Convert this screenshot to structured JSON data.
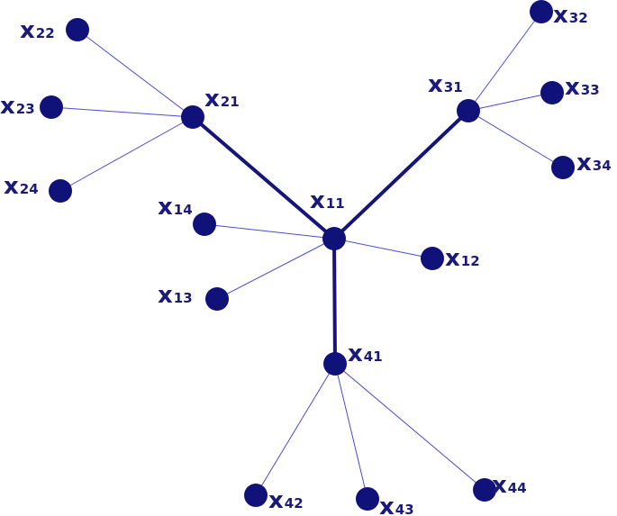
{
  "diagram": {
    "colors": {
      "node": "#11117a",
      "edge_thick": "#14147a",
      "edge_thin": "#4b4bd6",
      "label": "#1a1a7a",
      "background": "#ffffff"
    },
    "nodes": [
      {
        "id": "x11",
        "base": "x",
        "sub": "11"
      },
      {
        "id": "x12",
        "base": "x",
        "sub": "12"
      },
      {
        "id": "x13",
        "base": "x",
        "sub": "13"
      },
      {
        "id": "x14",
        "base": "x",
        "sub": "14"
      },
      {
        "id": "x21",
        "base": "x",
        "sub": "21"
      },
      {
        "id": "x22",
        "base": "x",
        "sub": "22"
      },
      {
        "id": "x23",
        "base": "x",
        "sub": "23"
      },
      {
        "id": "x24",
        "base": "x",
        "sub": "24"
      },
      {
        "id": "x31",
        "base": "x",
        "sub": "31"
      },
      {
        "id": "x32",
        "base": "x",
        "sub": "32"
      },
      {
        "id": "x33",
        "base": "x",
        "sub": "33"
      },
      {
        "id": "x34",
        "base": "x",
        "sub": "34"
      },
      {
        "id": "x41",
        "base": "x",
        "sub": "41"
      },
      {
        "id": "x42",
        "base": "x",
        "sub": "42"
      },
      {
        "id": "x43",
        "base": "x",
        "sub": "43"
      },
      {
        "id": "x44",
        "base": "x",
        "sub": "44"
      }
    ],
    "edges": [
      {
        "from": "x11",
        "to": "x21",
        "style": "thick"
      },
      {
        "from": "x11",
        "to": "x31",
        "style": "thick"
      },
      {
        "from": "x11",
        "to": "x41",
        "style": "thick"
      },
      {
        "from": "x11",
        "to": "x12",
        "style": "thin"
      },
      {
        "from": "x11",
        "to": "x13",
        "style": "thin"
      },
      {
        "from": "x11",
        "to": "x14",
        "style": "thin"
      },
      {
        "from": "x21",
        "to": "x22",
        "style": "thin"
      },
      {
        "from": "x21",
        "to": "x23",
        "style": "thin"
      },
      {
        "from": "x21",
        "to": "x24",
        "style": "thin"
      },
      {
        "from": "x31",
        "to": "x32",
        "style": "thin"
      },
      {
        "from": "x31",
        "to": "x33",
        "style": "thin"
      },
      {
        "from": "x31",
        "to": "x34",
        "style": "thin"
      },
      {
        "from": "x41",
        "to": "x42",
        "style": "thin"
      },
      {
        "from": "x41",
        "to": "x43",
        "style": "thin"
      },
      {
        "from": "x41",
        "to": "x44",
        "style": "thin"
      }
    ]
  }
}
